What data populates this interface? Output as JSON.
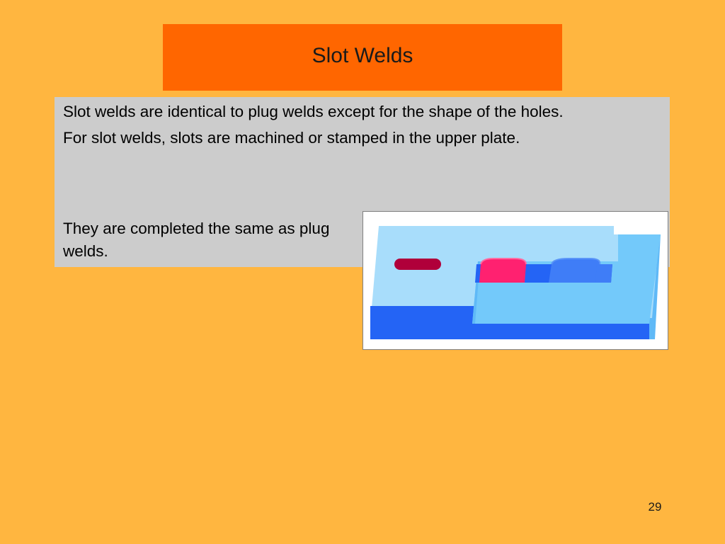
{
  "slide": {
    "title": "Slot Welds",
    "paragraphs": [
      "Slot welds are identical to plug welds except for the shape of the holes.",
      "For slot welds, slots are machined or stamped in the upper plate.",
      "They are completed the same as plug welds."
    ],
    "page_number": "29"
  },
  "colors": {
    "background": "#FFB640",
    "title_bar": "#FF6600",
    "content_box": "#CCCCCC",
    "plate_top": "#A8DDFB",
    "plate_front": "#2464F5",
    "weld_slot": "#B0003A",
    "weld_bead": "#FF2170"
  }
}
